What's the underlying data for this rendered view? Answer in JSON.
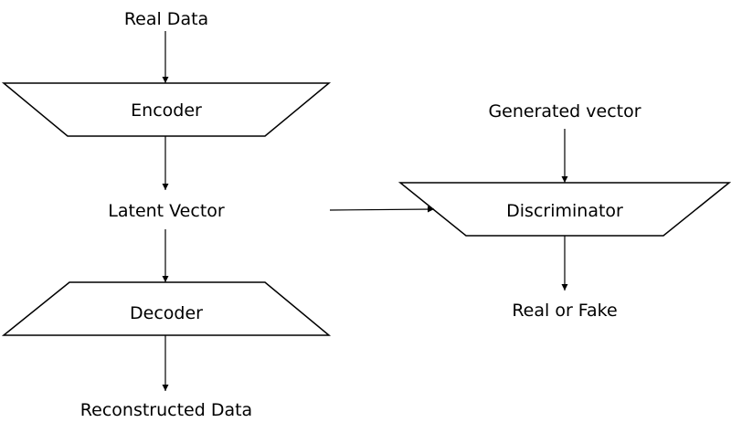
{
  "nodes": {
    "real_data": "Real Data",
    "encoder": "Encoder",
    "latent_vector": "Latent Vector",
    "decoder": "Decoder",
    "reconstructed_data": "Reconstructed Data",
    "generated_vector": "Generated vector",
    "discriminator": "Discriminator",
    "real_or_fake": "Real or Fake"
  },
  "edges": [
    {
      "from": "real_data",
      "to": "encoder"
    },
    {
      "from": "encoder",
      "to": "latent_vector"
    },
    {
      "from": "latent_vector",
      "to": "decoder"
    },
    {
      "from": "decoder",
      "to": "reconstructed_data"
    },
    {
      "from": "latent_vector",
      "to": "discriminator"
    },
    {
      "from": "generated_vector",
      "to": "discriminator"
    },
    {
      "from": "discriminator",
      "to": "real_or_fake"
    }
  ]
}
